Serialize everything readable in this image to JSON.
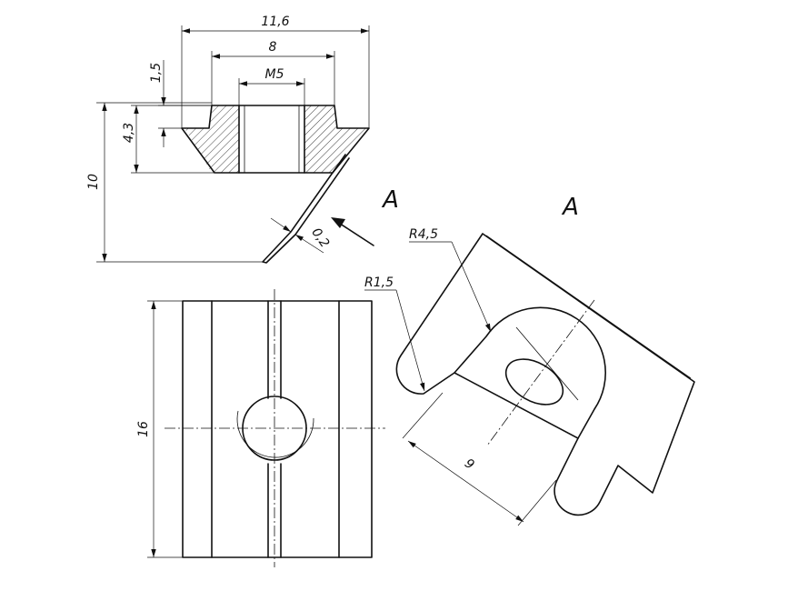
{
  "labels": {
    "dim_overall_width": "11,6",
    "dim_cone_top_width": "8",
    "dim_thread": "M5",
    "dim_flange_height": "1,5",
    "dim_body_height": "4,3",
    "dim_total_height": "10",
    "dim_spring_thickness": "0,2",
    "dim_length": "16",
    "dim_radius_large": "R4,5",
    "dim_radius_small": "R1,5",
    "dim_spring_width": "9",
    "view_arrow_label": "A",
    "view_title": "A"
  }
}
